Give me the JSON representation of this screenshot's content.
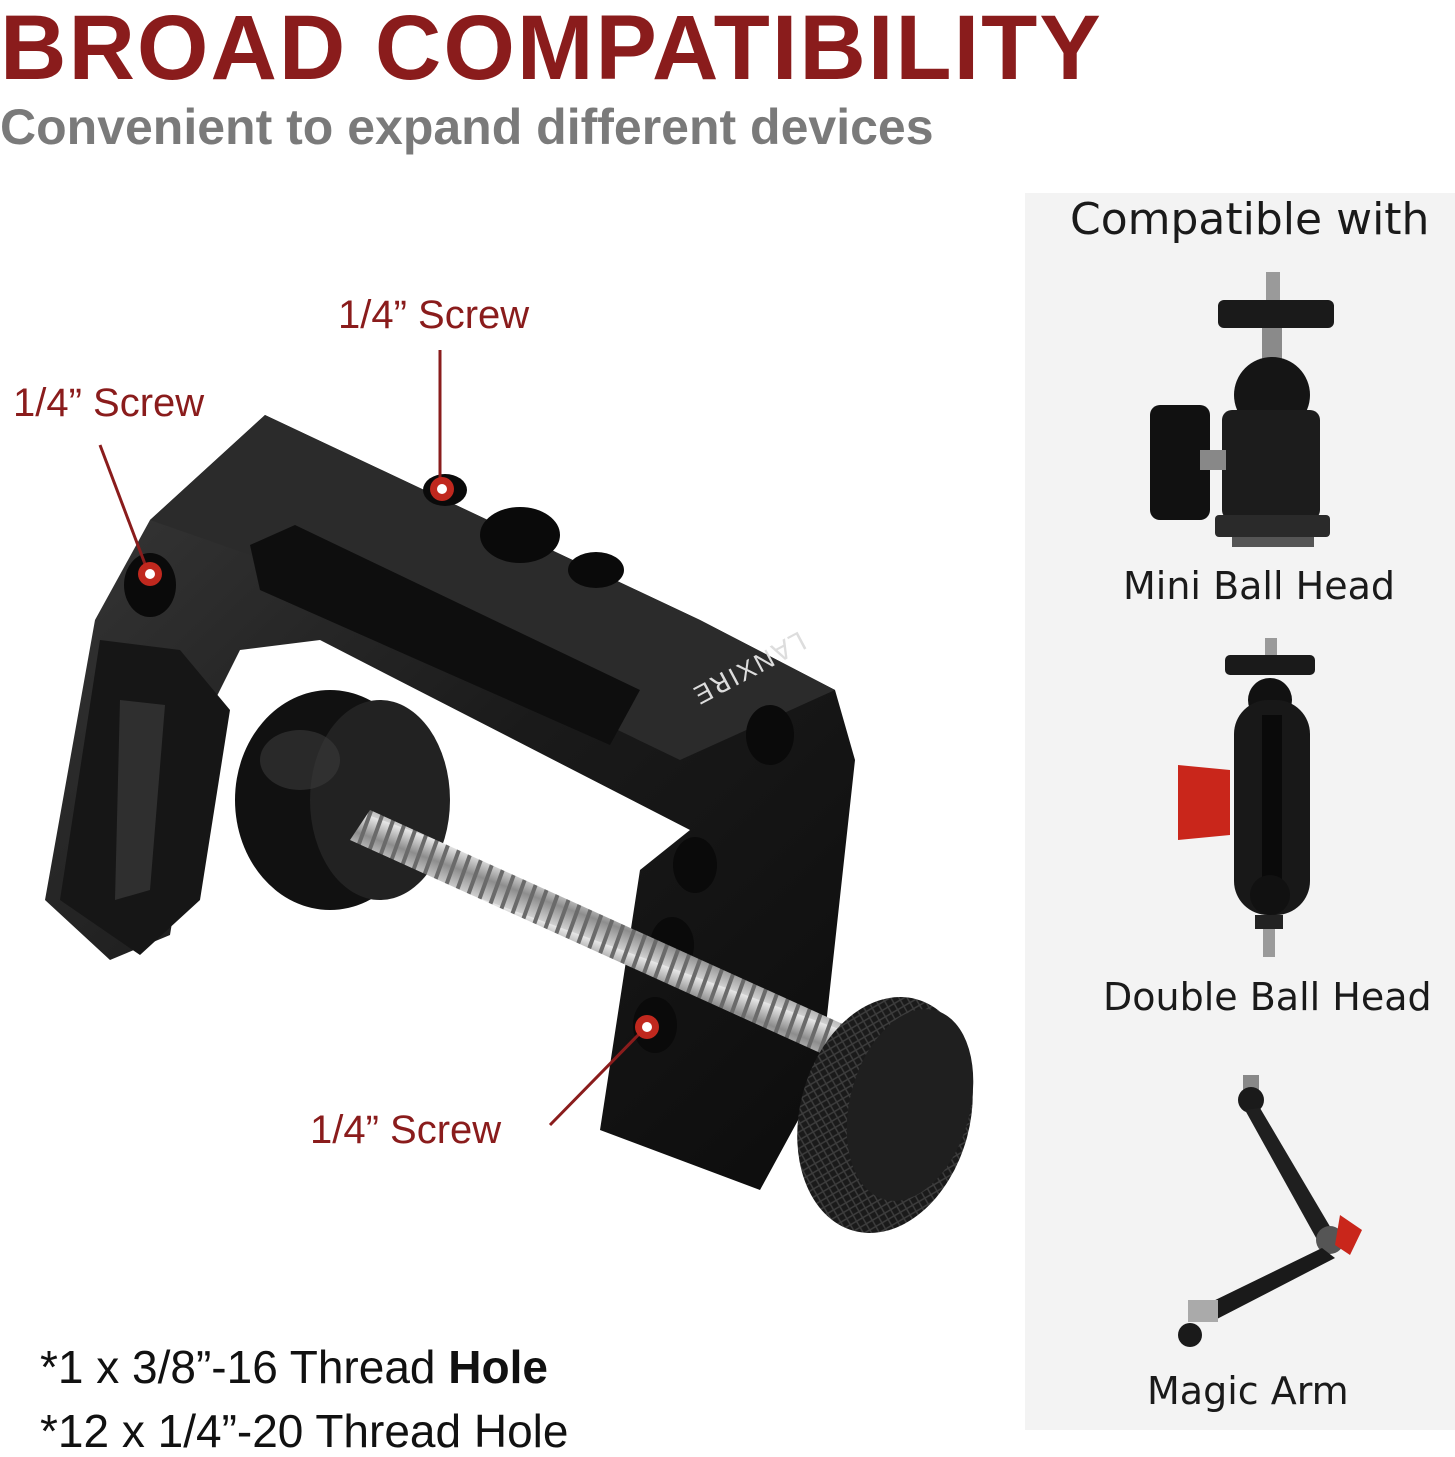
{
  "header": {
    "title": "BROAD COMPATIBILITY",
    "subtitle": "Convenient to expand different devices"
  },
  "callouts": [
    {
      "label": "1/4” Screw"
    },
    {
      "label": "1/4” Screw"
    },
    {
      "label": "1/4” Screw"
    }
  ],
  "compatible_panel": {
    "title": "Compatible with",
    "items": [
      {
        "label": "Mini Ball Head",
        "icon": "mini-ball-head-icon"
      },
      {
        "label": "Double Ball Head",
        "icon": "double-ball-head-icon"
      },
      {
        "label": "Magic Arm",
        "icon": "magic-arm-icon"
      }
    ]
  },
  "specs": [
    {
      "lead": "*1 x 3/8”-16 Thread ",
      "strong": "Hole"
    },
    {
      "lead": "*12 x 1/4”-20 Thread Hole",
      "strong": ""
    }
  ],
  "colors": {
    "accent": "#8a1c1c",
    "subtitle": "#7a7a7a",
    "panel": "#f3f3f3",
    "metal": "#1b1b1b",
    "knob_red": "#c9261b"
  }
}
